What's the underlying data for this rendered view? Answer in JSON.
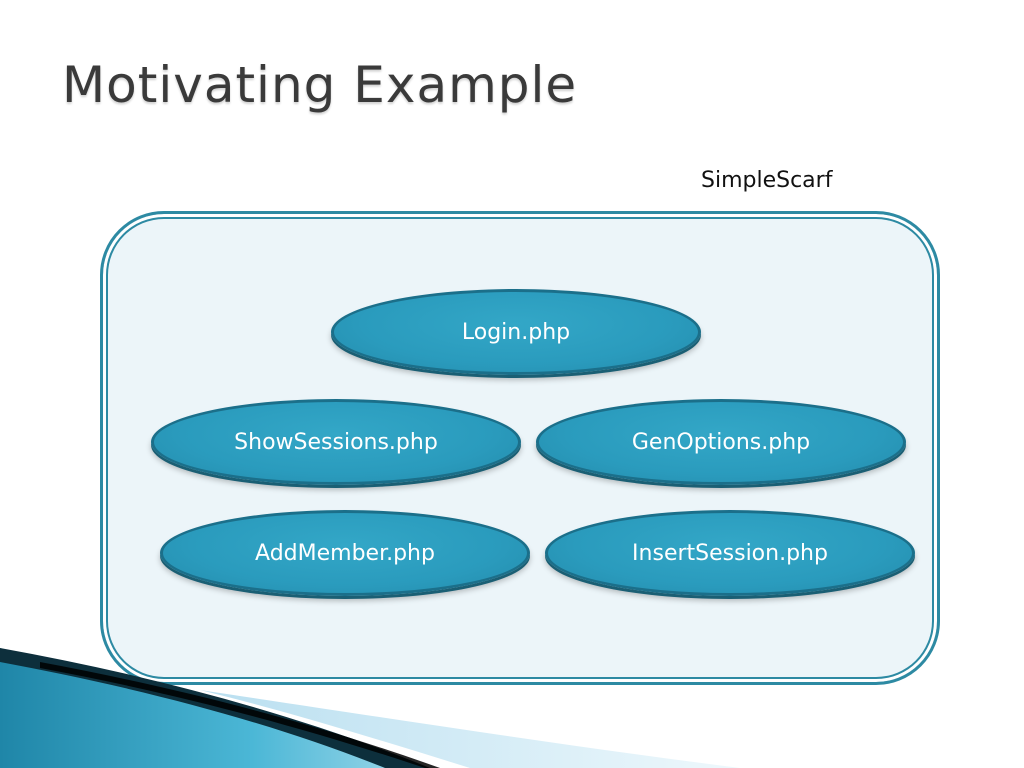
{
  "slide": {
    "title": "Motivating Example",
    "container_label": "SimpleScarf",
    "nodes": [
      "Login.php",
      "ShowSessions.php",
      "GenOptions.php",
      "AddMember.php",
      "InsertSession.php"
    ]
  },
  "colors": {
    "node_fill": "#2a9bbd",
    "node_border": "#1b6f8a",
    "container_fill": "#ecf5f9",
    "container_border": "#2d8aa3",
    "title_text": "#3a3a3a"
  }
}
